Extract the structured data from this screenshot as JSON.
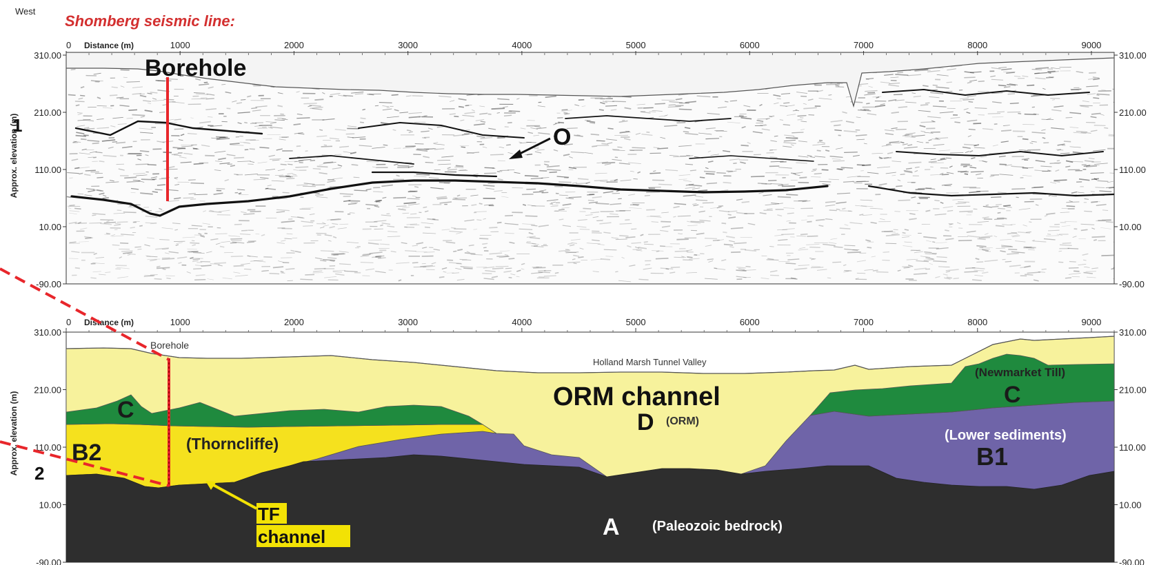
{
  "header": {
    "direction": "West",
    "title": "Shomberg seismic line:"
  },
  "colors": {
    "title": "#d32f2f",
    "annotation_red": "#e8262b",
    "annotation_yellow": "#f2e205",
    "unit_A_bedrock": "#2e2e2e",
    "unit_B1_lower_sediments": "#6f64a8",
    "unit_B2_thorncliffe": "#f5e11e",
    "unit_C_newmarket_till": "#1f8a3e",
    "unit_D_orm": "#f7f29c",
    "ground_surface_band": "#f4f4f4"
  },
  "axes": {
    "distance_label": "Distance (m)",
    "elevation_label": "Approx. elevation (m)",
    "distance_ticks": [
      "0",
      "1000",
      "2000",
      "3000",
      "4000",
      "5000",
      "6000",
      "7000",
      "8000",
      "9000"
    ],
    "elevation_ticks": [
      "310.00",
      "210.00",
      "110.00",
      "10.00",
      "-90.00"
    ],
    "distance_range_m": [
      0,
      9200
    ],
    "elevation_range_m": [
      -90,
      310
    ]
  },
  "panel_top": {
    "number": "1",
    "type": "seismic reflection profile",
    "borehole_label": "Borehole",
    "reflector_label": "O"
  },
  "panel_bottom": {
    "number": "2",
    "type": "geological interpretation",
    "borehole_label": "Borehole",
    "valley_label": "Holland Marsh Tunnel Valley",
    "units": {
      "A": {
        "letter": "A",
        "name": "(Paleozoic bedrock)"
      },
      "B1": {
        "letter": "B1",
        "name": "(Lower sediments)"
      },
      "B2": {
        "letter": "B2",
        "name": "(Thorncliffe)"
      },
      "C_left": {
        "letter": "C"
      },
      "C_right": {
        "letter": "C",
        "name": "(Newmarket Till)"
      },
      "D": {
        "letter": "D",
        "name": "(ORM)"
      }
    },
    "channel_label": "ORM  channel",
    "tf_channel_label": [
      "TF",
      "channel"
    ]
  }
}
